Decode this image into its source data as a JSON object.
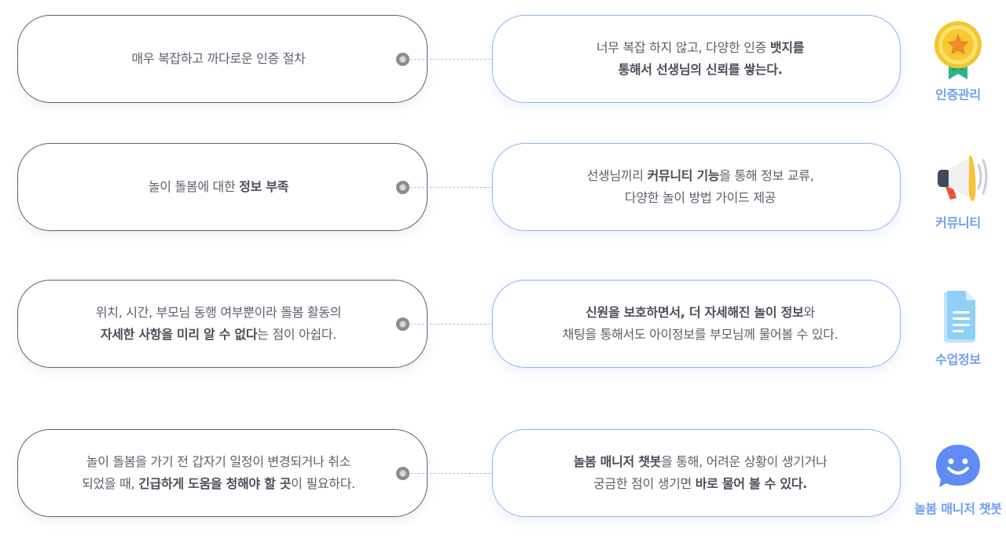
{
  "rows": [
    {
      "left": {
        "parts": [
          {
            "t": "매우 복잡하고 까다로운 인증 절차",
            "b": false
          }
        ]
      },
      "right": {
        "line1": [
          {
            "t": "너무 복잡 하지 않고, 다양한 인증 ",
            "b": false
          },
          {
            "t": "뱃지를",
            "b": true
          }
        ],
        "line2": [
          {
            "t": "통해서 선생님의 신뢰를 쌓는다.",
            "b": true
          }
        ]
      },
      "badge": {
        "label": "인증관리",
        "icon": "medal-icon"
      }
    },
    {
      "left": {
        "parts": [
          {
            "t": "놀이 돌봄에 대한 ",
            "b": false
          },
          {
            "t": "정보 부족",
            "b": true
          }
        ]
      },
      "right": {
        "line1": [
          {
            "t": "선생님끼리 ",
            "b": false
          },
          {
            "t": "커뮤니티 기능",
            "b": true
          },
          {
            "t": "을 통해 정보 교류,",
            "b": false
          }
        ],
        "line2": [
          {
            "t": "다양한 놀이 방법 가이드 제공",
            "b": false
          }
        ]
      },
      "badge": {
        "label": "커뮤니티",
        "icon": "megaphone-icon"
      }
    },
    {
      "left": {
        "line1": [
          {
            "t": "위치, 시간, 부모님 동행 여부뿐이라 돌봄 활동의",
            "b": false
          }
        ],
        "line2": [
          {
            "t": "자세한 사항을 미리 알 수 없다",
            "b": true
          },
          {
            "t": "는 점이 아쉽다.",
            "b": false
          }
        ]
      },
      "right": {
        "line1": [
          {
            "t": "신원을 보호하면서, 더 자세해진 놀이 정보",
            "b": true
          },
          {
            "t": "와",
            "b": false
          }
        ],
        "line2": [
          {
            "t": "채팅을 통해서도 아이정보를 부모님께 물어볼 수 있다.",
            "b": false
          }
        ]
      },
      "badge": {
        "label": "수업정보",
        "icon": "document-icon"
      }
    },
    {
      "left": {
        "line1": [
          {
            "t": "놀이 돌봄을 가기 전 갑자기 일정이 변경되거나 취소",
            "b": false
          }
        ],
        "line2": [
          {
            "t": "되었을 때, ",
            "b": false
          },
          {
            "t": "긴급하게 도움을 청해야 할 곳",
            "b": true
          },
          {
            "t": "이 필요하다.",
            "b": false
          }
        ]
      },
      "right": {
        "line1": [
          {
            "t": "놀봄 매니저 챗봇",
            "b": true
          },
          {
            "t": "을 통해, 어려운 상황이 생기거나",
            "b": false
          }
        ],
        "line2": [
          {
            "t": "궁금한 점이 생기면 ",
            "b": false
          },
          {
            "t": "바로 물어 볼 수 있다.",
            "b": true
          }
        ]
      },
      "badge": {
        "label": "놀봄 매니저 챗봇",
        "icon": "chatbot-smile-icon"
      }
    }
  ]
}
